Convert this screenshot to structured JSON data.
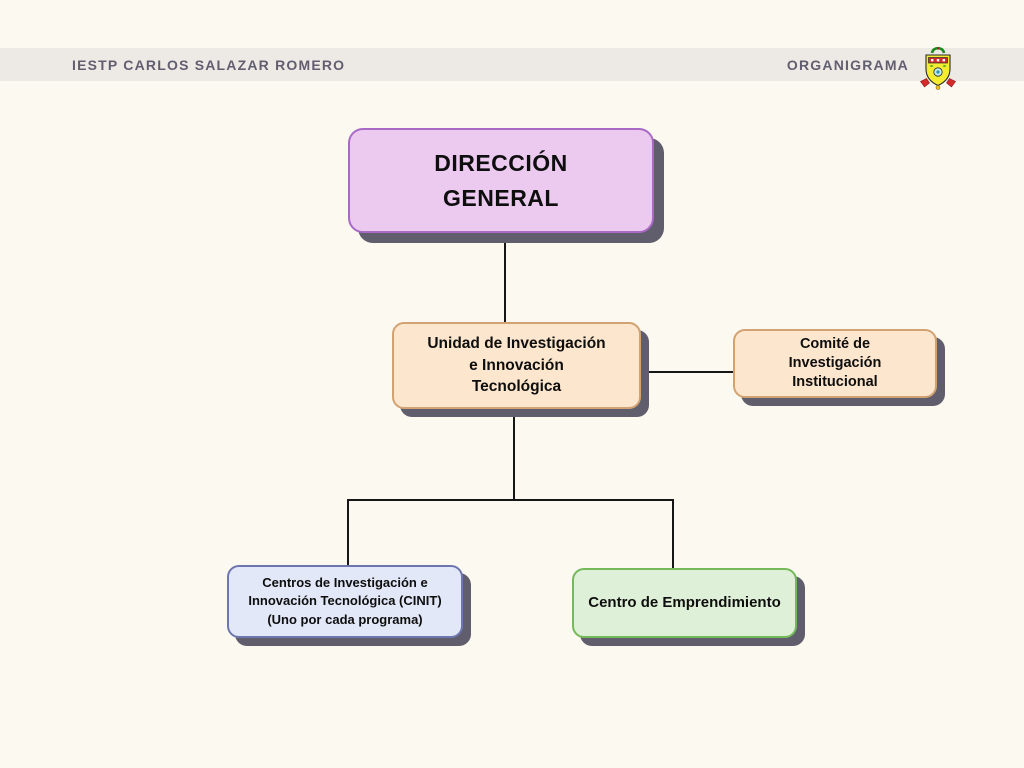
{
  "header": {
    "institution_name": "IESTP CARLOS SALAZAR ROMERO",
    "document_title": "ORGANIGRAMA",
    "logo_icon": "institution-crest-icon"
  },
  "org_chart": {
    "nodes": [
      {
        "id": "direccion-general",
        "label": "DIRECCIÓN\nGENERAL",
        "fill": "#eccaf0",
        "border": "#a96ac6"
      },
      {
        "id": "unidad-investigacion",
        "label": "Unidad de Investigación\ne Innovación\nTecnológica",
        "fill": "#fce6cd",
        "border": "#d2a273"
      },
      {
        "id": "comite-investigacion",
        "label": "Comité de\nInvestigación\nInstitucional",
        "fill": "#fce6cd",
        "border": "#d2a273"
      },
      {
        "id": "centros-cinit",
        "label": "Centros de Investigación e\nInnovación Tecnológica (CINIT)\n(Uno por cada programa)",
        "fill": "#e3e8f8",
        "border": "#6d76ae"
      },
      {
        "id": "centro-emprendimiento",
        "label": "Centro de Emprendimiento",
        "fill": "#dff0d8",
        "border": "#74b95a"
      }
    ],
    "edges": [
      {
        "from": "direccion-general",
        "to": "unidad-investigacion"
      },
      {
        "from": "unidad-investigacion",
        "to": "comite-investigacion"
      },
      {
        "from": "unidad-investigacion",
        "to": "centros-cinit"
      },
      {
        "from": "unidad-investigacion",
        "to": "centro-emprendimiento"
      }
    ],
    "colors": {
      "page_background": "#fcf9f0",
      "header_band": "#edeae5",
      "header_text": "#615e70",
      "connector_line": "#161616",
      "node_shadow": "#605d6c",
      "node_text": "#0e0e0e"
    }
  }
}
